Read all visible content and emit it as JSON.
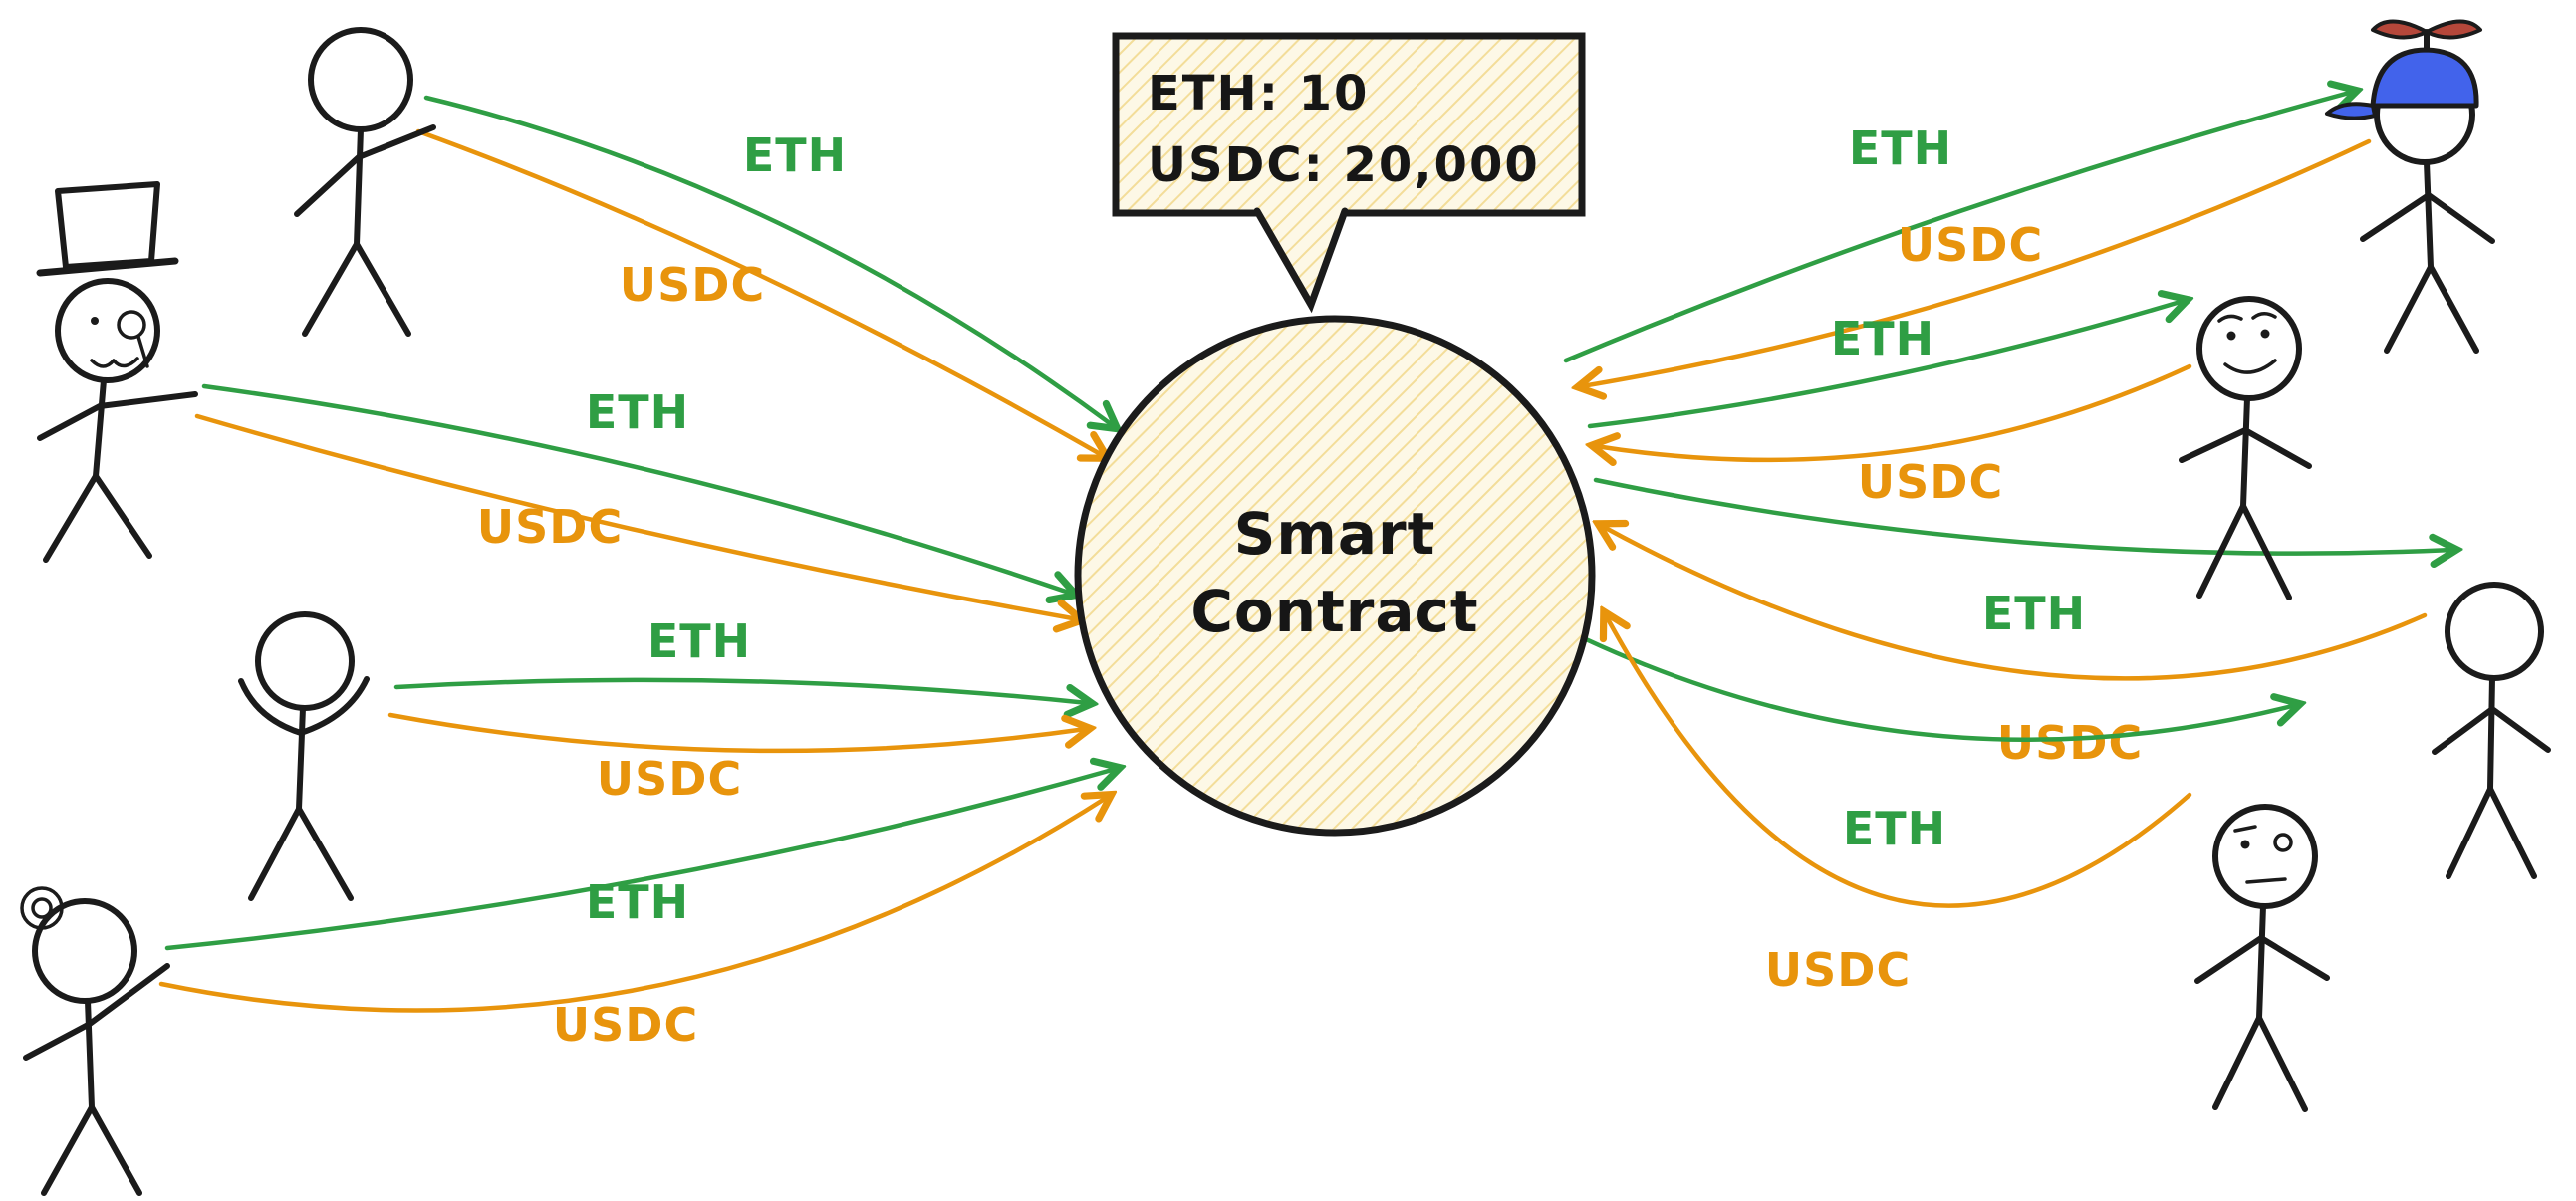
{
  "colors": {
    "eth_green": "#2f9e44",
    "usdc_orange": "#e8940c",
    "ink": "#1b1b1b",
    "node_fill": "#fdf8e6",
    "node_hatch": "#f3dd99",
    "cap_blue": "#4263eb",
    "propeller_red": "#b5473a"
  },
  "contract": {
    "line1": "Smart",
    "line2": "Contract"
  },
  "reserves": {
    "line1": "ETH: 10",
    "line2": "USDC: 20,000"
  },
  "flows": {
    "left": [
      {
        "eth_label": "ETH",
        "usdc_label": "USDC"
      },
      {
        "eth_label": "ETH",
        "usdc_label": "USDC"
      },
      {
        "eth_label": "ETH",
        "usdc_label": "USDC"
      },
      {
        "eth_label": "ETH",
        "usdc_label": "USDC"
      }
    ],
    "right": [
      {
        "eth_label": "ETH",
        "usdc_label": "USDC"
      },
      {
        "eth_label": "ETH",
        "usdc_label": "USDC"
      },
      {
        "eth_label": "ETH",
        "usdc_label": "USDC"
      },
      {
        "eth_label": "ETH",
        "usdc_label": "USDC"
      }
    ]
  },
  "figures": {
    "left": [
      "stick-figure-plain",
      "stick-figure-top-hat-monocle",
      "stick-figure-shrugging",
      "stick-figure-hair-bun"
    ],
    "right": [
      "stick-figure-propeller-cap",
      "stick-figure-smiling",
      "stick-figure-plain",
      "stick-figure-worried"
    ]
  }
}
